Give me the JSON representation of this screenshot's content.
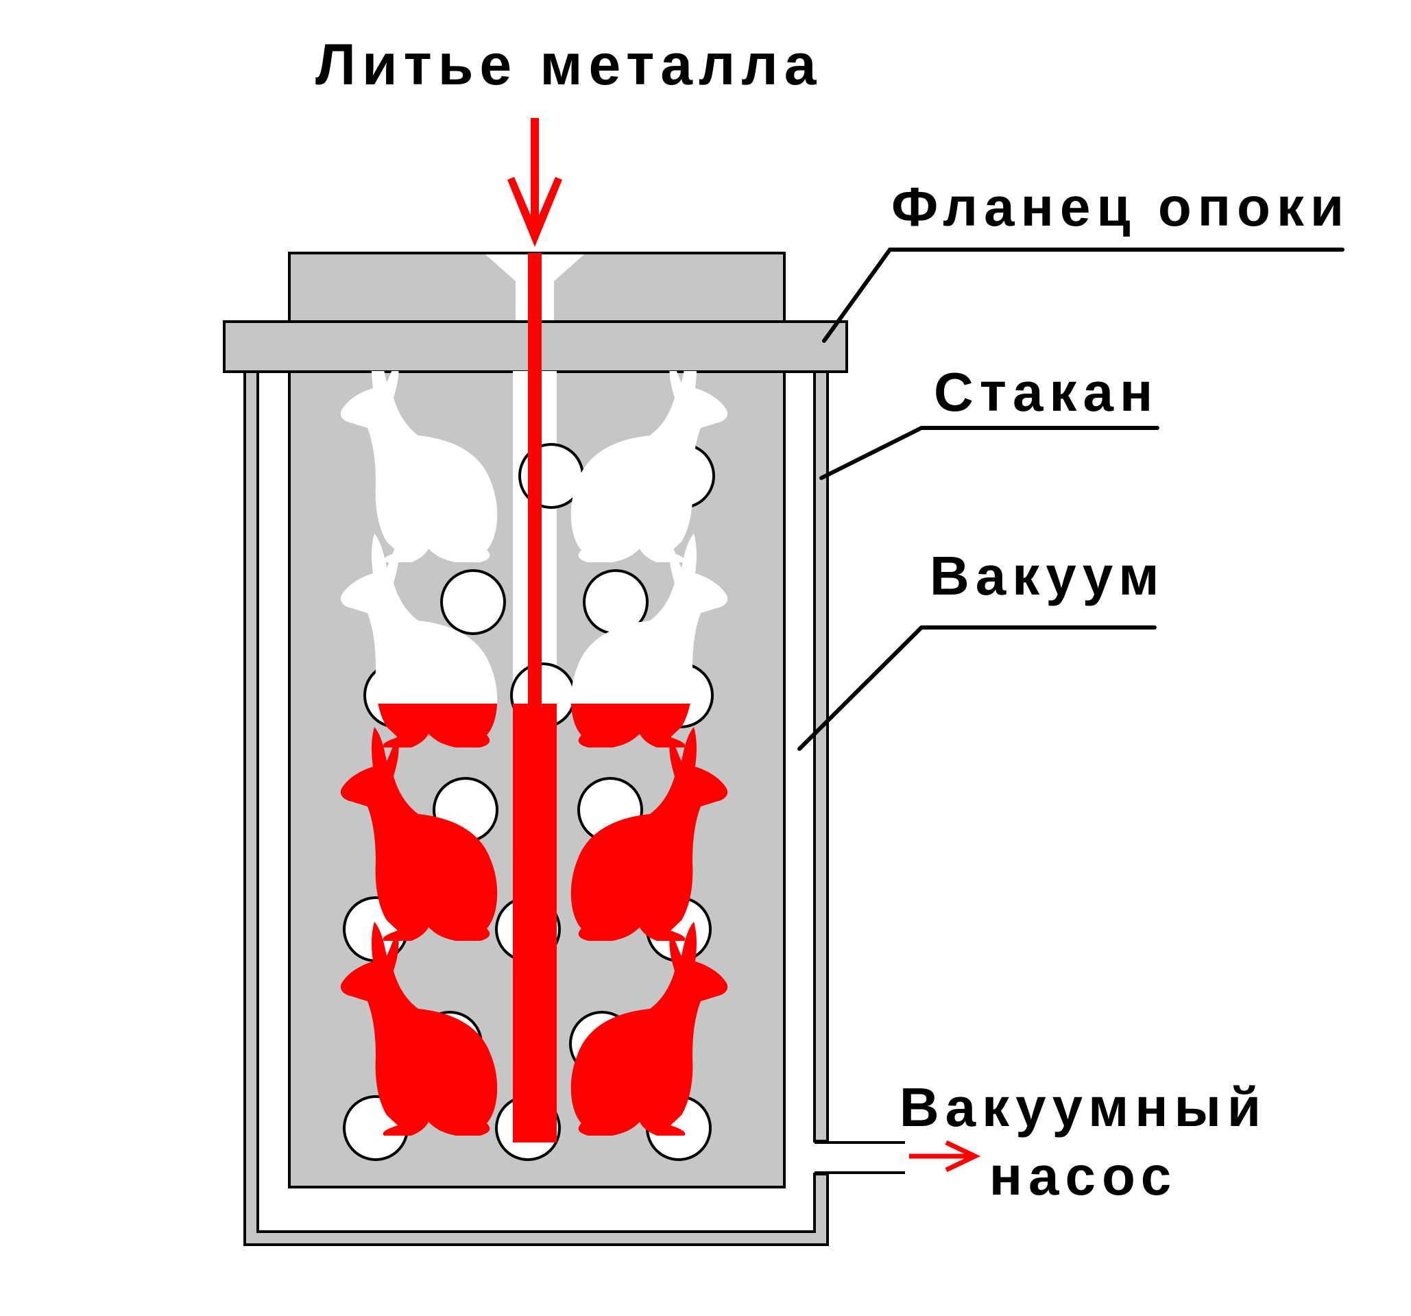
{
  "labels": {
    "pouring": "Литье металла",
    "flange": "Фланец опоки",
    "cup": "Стакан",
    "vacuum": "Вакуум",
    "pump_line1": "Вакуумный",
    "pump_line2": "насос"
  },
  "colors": {
    "metal": "#ff0000",
    "flask": "#c6c6c6",
    "outline": "#000000",
    "background": "#ffffff",
    "empty_model": "#ffffff"
  },
  "icons": [
    "rabbit-model-icon",
    "pour-arrow-icon",
    "pump-arrow-icon"
  ],
  "metal_fill_level": 0.6
}
